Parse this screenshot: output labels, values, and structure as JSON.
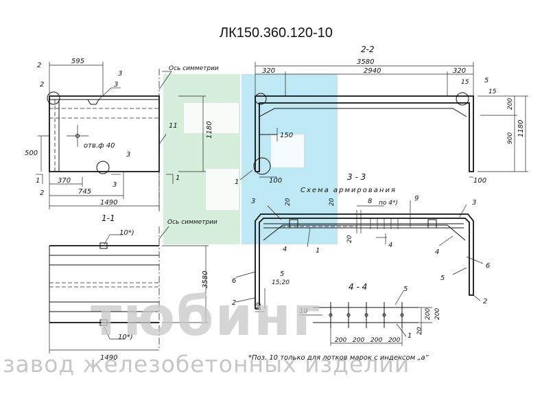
{
  "title": "ЛК150.360.120-10",
  "watermark": {
    "brand": "тюбинг",
    "tagline": "завод железобетонных изделий",
    "colors": {
      "green": "#d6efdc",
      "blue": "#bfe8f5",
      "gray": "#c8c8c8"
    }
  },
  "sections": {
    "s22": "2-2",
    "s33": "3 - 3",
    "s11": "1-1",
    "s44": "4 - 4",
    "scheme": "Схема армирования"
  },
  "labels": {
    "axis_sym": "Ось симметрии",
    "hole": "отв.ф 40",
    "po4": "по 4*)",
    "note": "*Поз. 10 только для лотков марок с индексом „а“",
    "ten_star": "10*)"
  },
  "dims": {
    "d595": "595",
    "d500": "500",
    "d370": "370",
    "d745": "745",
    "d1490": "1490",
    "d1180": "1180",
    "d3580": "3580",
    "d320": "320",
    "d2940": "2940",
    "d150": "150",
    "d100": "100",
    "d200": "200",
    "d900": "900",
    "d20": "20",
    "d15": "15",
    "d15_20": "15;20"
  },
  "marks": {
    "m1": "1",
    "m2": "2",
    "m3": "3",
    "m4": "4",
    "m5": "5",
    "m6": "6",
    "m8": "8",
    "m9": "9",
    "m10": "10",
    "m11": "11"
  }
}
